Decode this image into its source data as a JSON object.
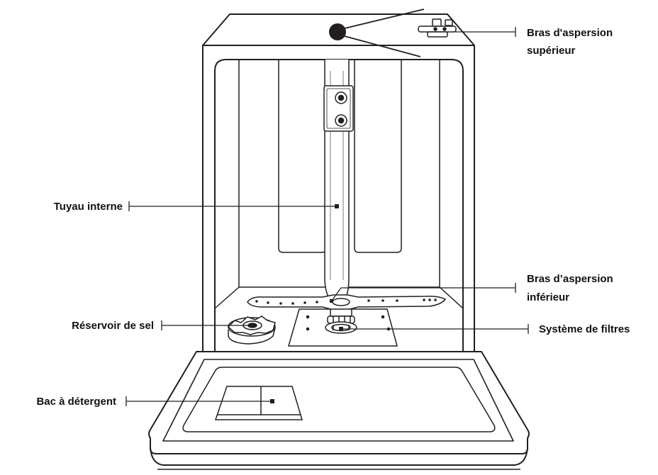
{
  "labels": {
    "upper_arm_line1": "Bras d'aspersion",
    "upper_arm_line2": "supérieur",
    "internal_pipe": "Tuyau interne",
    "lower_arm_line1": "Bras d’aspersion",
    "lower_arm_line2": "inférieur",
    "salt_reservoir": "Réservoir de sel",
    "filter_system": "Système de filtres",
    "detergent_tray": "Bac à détergent"
  },
  "colors": {
    "outline": "#231f20",
    "label_text": "#111111",
    "background": "#ffffff"
  }
}
